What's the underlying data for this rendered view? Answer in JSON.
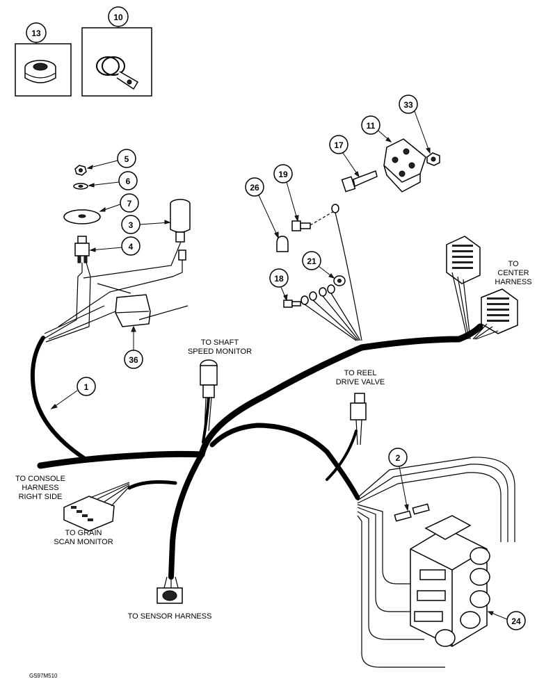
{
  "callouts": [
    "13",
    "10",
    "5",
    "6",
    "7",
    "3",
    "4",
    "36",
    "1",
    "33",
    "11",
    "17",
    "19",
    "26",
    "21",
    "18",
    "2",
    "24"
  ],
  "labels": {
    "center_harness_1": "TO",
    "center_harness_2": "CENTER",
    "center_harness_3": "HARNESS",
    "shaft_1": "TO SHAFT",
    "shaft_2": "SPEED MONITOR",
    "reel_1": "TO REEL",
    "reel_2": "DRIVE VALVE",
    "console_1": "TO CONSOLE",
    "console_2": "HARNESS",
    "console_3": "RIGHT SIDE",
    "grain_1": "TO GRAIN",
    "grain_2": "SCAN MONITOR",
    "sensor": "TO SENSOR HARNESS"
  },
  "figure_code": "GS97M510"
}
